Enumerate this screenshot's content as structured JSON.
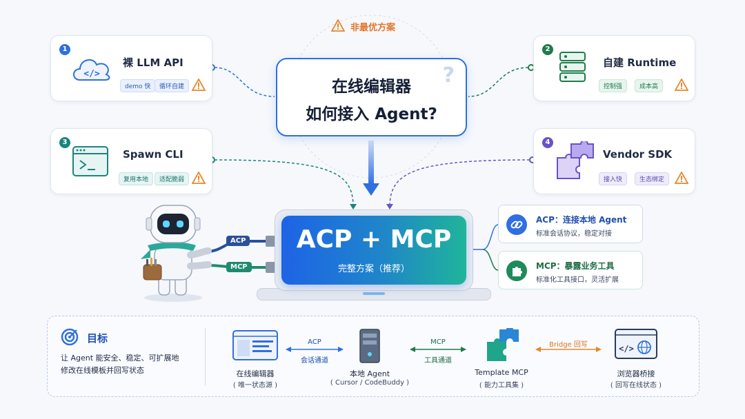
{
  "warning_banner": "非最优方案",
  "center": {
    "line1": "在线编辑器",
    "line2": "如何接入 Agent?"
  },
  "cards": [
    {
      "num": "1",
      "title": "裸 LLM API",
      "tags": [
        "demo 快",
        "循环自建"
      ]
    },
    {
      "num": "2",
      "title": "自建 Runtime",
      "tags": [
        "控制强",
        "成本高"
      ]
    },
    {
      "num": "3",
      "title": "Spawn CLI",
      "tags": [
        "复用本地",
        "适配脆弱"
      ]
    },
    {
      "num": "4",
      "title": "Vendor SDK",
      "tags": [
        "接入快",
        "生态绑定"
      ]
    }
  ],
  "solution": {
    "title": "ACP + MCP",
    "subtitle": "完整方案（推荐）"
  },
  "robot_cables": [
    "ACP",
    "MCP"
  ],
  "side_cards": [
    {
      "title": "ACP：连接本地 Agent",
      "sub": "标准会话协议，稳定对接"
    },
    {
      "title": "MCP：暴露业务工具",
      "sub": "标准化工具接口，灵活扩展"
    }
  ],
  "goal": {
    "title": "目标",
    "line1": "让 Agent 能安全、稳定、可扩展地",
    "line2": "修改在线模板并回写状态"
  },
  "flow": [
    {
      "label": "在线编辑器",
      "sub": "( 唯一状态源 )"
    },
    {
      "label": "本地 Agent",
      "sub": "( Cursor / CodeBuddy )"
    },
    {
      "label": "Template MCP",
      "sub": "( 能力工具集 )"
    },
    {
      "label": "浏览器桥接",
      "sub": "( 回写在线状态 )"
    }
  ],
  "flow_arrows": [
    {
      "top": "ACP",
      "bottom": "会话通道"
    },
    {
      "top": "MCP",
      "bottom": "工具通道"
    },
    {
      "top": "Bridge 回写",
      "bottom": ""
    }
  ],
  "colors": {
    "blue": "#2f6fe0",
    "green": "#1f7a4c",
    "teal": "#19857c",
    "purple": "#6a52c9",
    "orange": "#e8862a"
  }
}
